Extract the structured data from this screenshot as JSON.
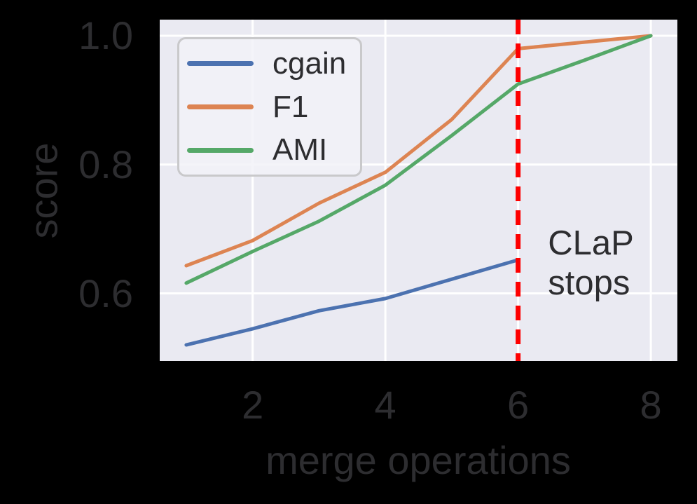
{
  "figure": {
    "background": "#000000",
    "plot_background": "#EAEAF2",
    "grid_color": "#FFFFFF",
    "text_color": "#2d2d30"
  },
  "chart_data": {
    "type": "line",
    "title": "",
    "xlabel": "merge operations",
    "ylabel": "score",
    "xlim": [
      0.6,
      8.4
    ],
    "ylim": [
      0.495,
      1.025
    ],
    "x_ticks": [
      2,
      4,
      6,
      8
    ],
    "y_ticks": [
      0.6,
      0.8,
      1.0
    ],
    "grid": true,
    "legend_position": "upper left",
    "series": [
      {
        "name": "cgain",
        "color": "#4C72B0",
        "x": [
          1,
          2,
          3,
          4,
          5,
          6
        ],
        "y": [
          0.52,
          0.545,
          0.573,
          0.592,
          0.622,
          0.652
        ]
      },
      {
        "name": "F1",
        "color": "#DD8452",
        "x": [
          1,
          2,
          3,
          4,
          5,
          6,
          7,
          8
        ],
        "y": [
          0.643,
          0.682,
          0.74,
          0.788,
          0.87,
          0.98,
          0.99,
          1.0
        ]
      },
      {
        "name": "AMI",
        "color": "#55A868",
        "x": [
          1,
          2,
          3,
          4,
          5,
          6,
          7,
          8
        ],
        "y": [
          0.616,
          0.665,
          0.712,
          0.768,
          0.845,
          0.925,
          0.962,
          1.0
        ]
      }
    ],
    "vline": {
      "x": 6,
      "color": "#FE0000",
      "style": "dashed"
    },
    "annotation": {
      "lines": [
        "CLaP",
        "stops"
      ],
      "x": 6.45,
      "y": 0.708
    }
  }
}
